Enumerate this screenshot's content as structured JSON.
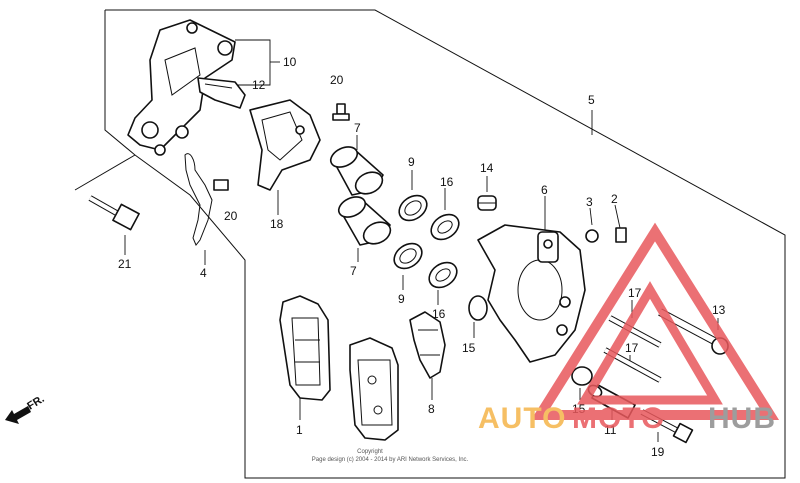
{
  "diagram": {
    "labels": [
      "10",
      "12",
      "20",
      "7",
      "9",
      "16",
      "14",
      "6",
      "3",
      "2",
      "5",
      "21",
      "20",
      "4",
      "18",
      "7",
      "9",
      "16",
      "17",
      "13",
      "15",
      "17",
      "8",
      "1",
      "15",
      "11",
      "19"
    ],
    "direction_label": "FR.",
    "copyright_line1": "Copyright",
    "copyright_line2": "Page design (c) 2004 - 2014 by ARI Network Services, Inc."
  },
  "watermark": {
    "brand_part1": "AUTO",
    "brand_part2": "MOTO",
    "brand_part3": "HUB",
    "colors": {
      "orange": "#F5B54A",
      "red": "#E8585C",
      "gray": "#8C8C8C"
    }
  }
}
